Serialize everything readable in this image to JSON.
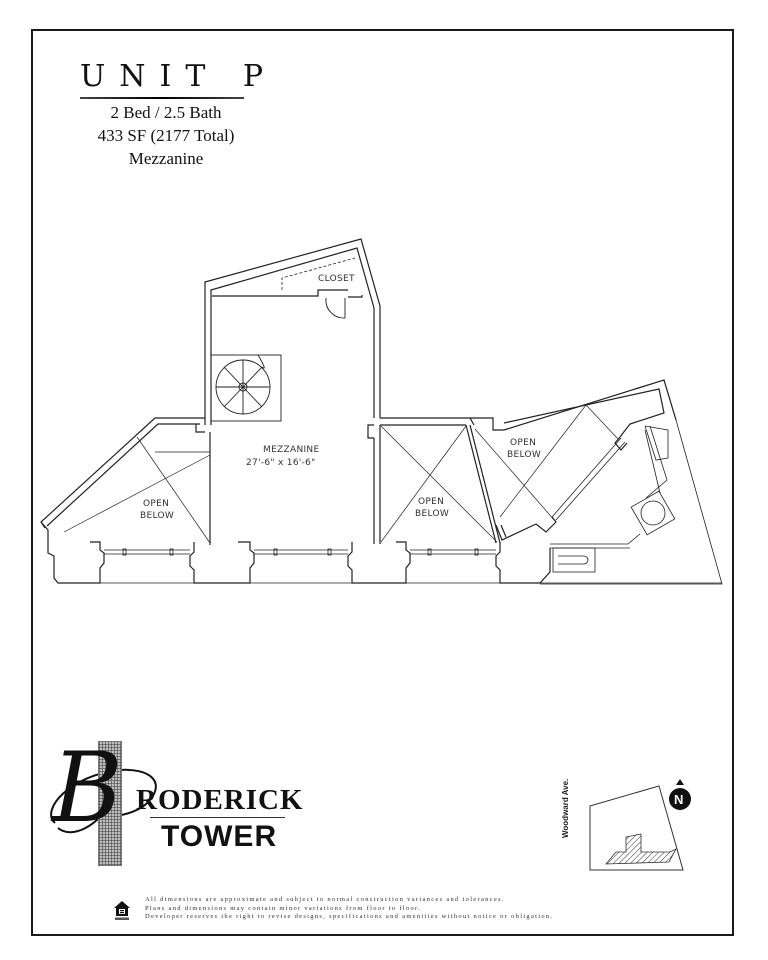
{
  "unit": {
    "title": "UNIT P",
    "bed_bath": "2 Bed / 2.5 Bath",
    "area": "433 SF (2177 Total)",
    "level": "Mezzanine"
  },
  "plan": {
    "rooms": [
      {
        "id": "closet",
        "label": "CLOSET"
      },
      {
        "id": "mezzanine",
        "label": "MEZZANINE",
        "dimensions": "27'-6\" x 16'-6\""
      },
      {
        "id": "open-below-west",
        "label_line1": "OPEN",
        "label_line2": "BELOW"
      },
      {
        "id": "open-below-center",
        "label_line1": "OPEN",
        "label_line2": "BELOW"
      },
      {
        "id": "open-below-east",
        "label_line1": "OPEN",
        "label_line2": "BELOW"
      }
    ],
    "line_color": "#222222"
  },
  "branding": {
    "script_initial": "B",
    "name_line1": "RODERICK",
    "name_line2": "TOWER"
  },
  "keyplan": {
    "street": "Woodward Ave.",
    "north_label": "N"
  },
  "disclaimer": {
    "line1": "All dimensions are approximate and subject to normal construction variances and tolerances.",
    "line2": "Plans and dimensions may contain minor variations from floor to floor.",
    "line3": "Developer reserves the right to revise designs, specifications and amenities without notice or obligation."
  },
  "icons": {
    "equal_housing": "equal-housing-opportunity-icon",
    "north_arrow": "north-arrow-icon"
  }
}
